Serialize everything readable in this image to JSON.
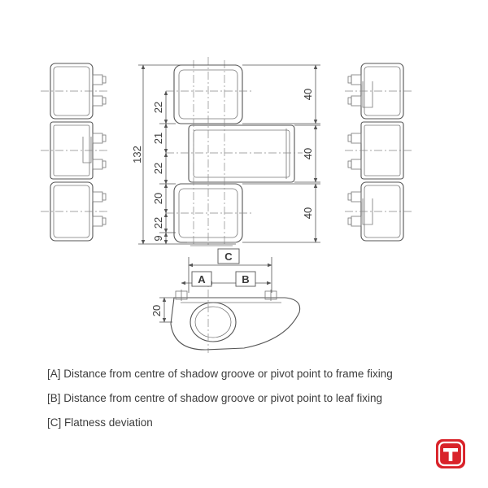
{
  "dimensions": {
    "overall_height": "132",
    "segment_labels": [
      "22",
      "21",
      "22",
      "20",
      "22",
      "9"
    ],
    "knuckle_height_labels": [
      "40",
      "40",
      "40"
    ],
    "plan_height": "20"
  },
  "callouts": {
    "a": "A",
    "b": "B",
    "c": "C"
  },
  "legend": {
    "a": "[A] Distance from centre of shadow groove or pivot point to frame fixing",
    "b": "[B] Distance from centre of shadow groove or pivot point to leaf fixing",
    "c": "[C] Flatness deviation"
  },
  "brand": {
    "logo_icon": "brand-logo-icon",
    "color": "#d9232a"
  }
}
